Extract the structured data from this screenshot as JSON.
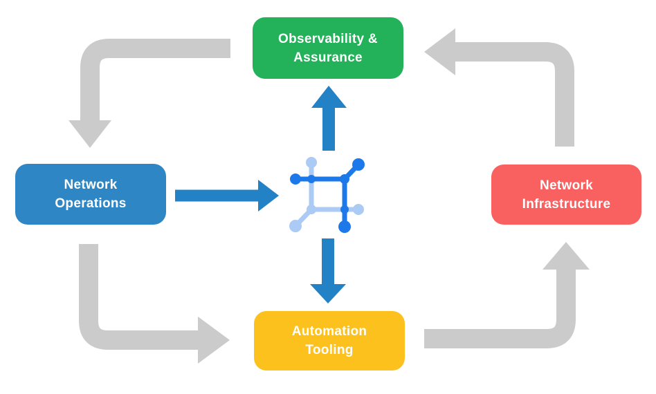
{
  "nodes": {
    "observability": {
      "lines": [
        "Observability &",
        "Assurance"
      ],
      "color": "#23b25a"
    },
    "operations": {
      "lines": [
        "Network",
        "Operations"
      ],
      "color": "#2e86c4"
    },
    "infrastructure": {
      "lines": [
        "Network",
        "Infrastructure"
      ],
      "color": "#f96161"
    },
    "automation": {
      "lines": [
        "Automation",
        "Tooling"
      ],
      "color": "#fcc11d"
    }
  },
  "icons": {
    "center": "network-mesh-icon"
  },
  "colors": {
    "flow_arrow": "#cbcbcb",
    "blue_arrow": "#2381c5",
    "icon_primary_blue": "#1d79ea",
    "icon_light_blue": "#abcaf4",
    "node_text": "#ffffff",
    "background": "#ffffff"
  }
}
